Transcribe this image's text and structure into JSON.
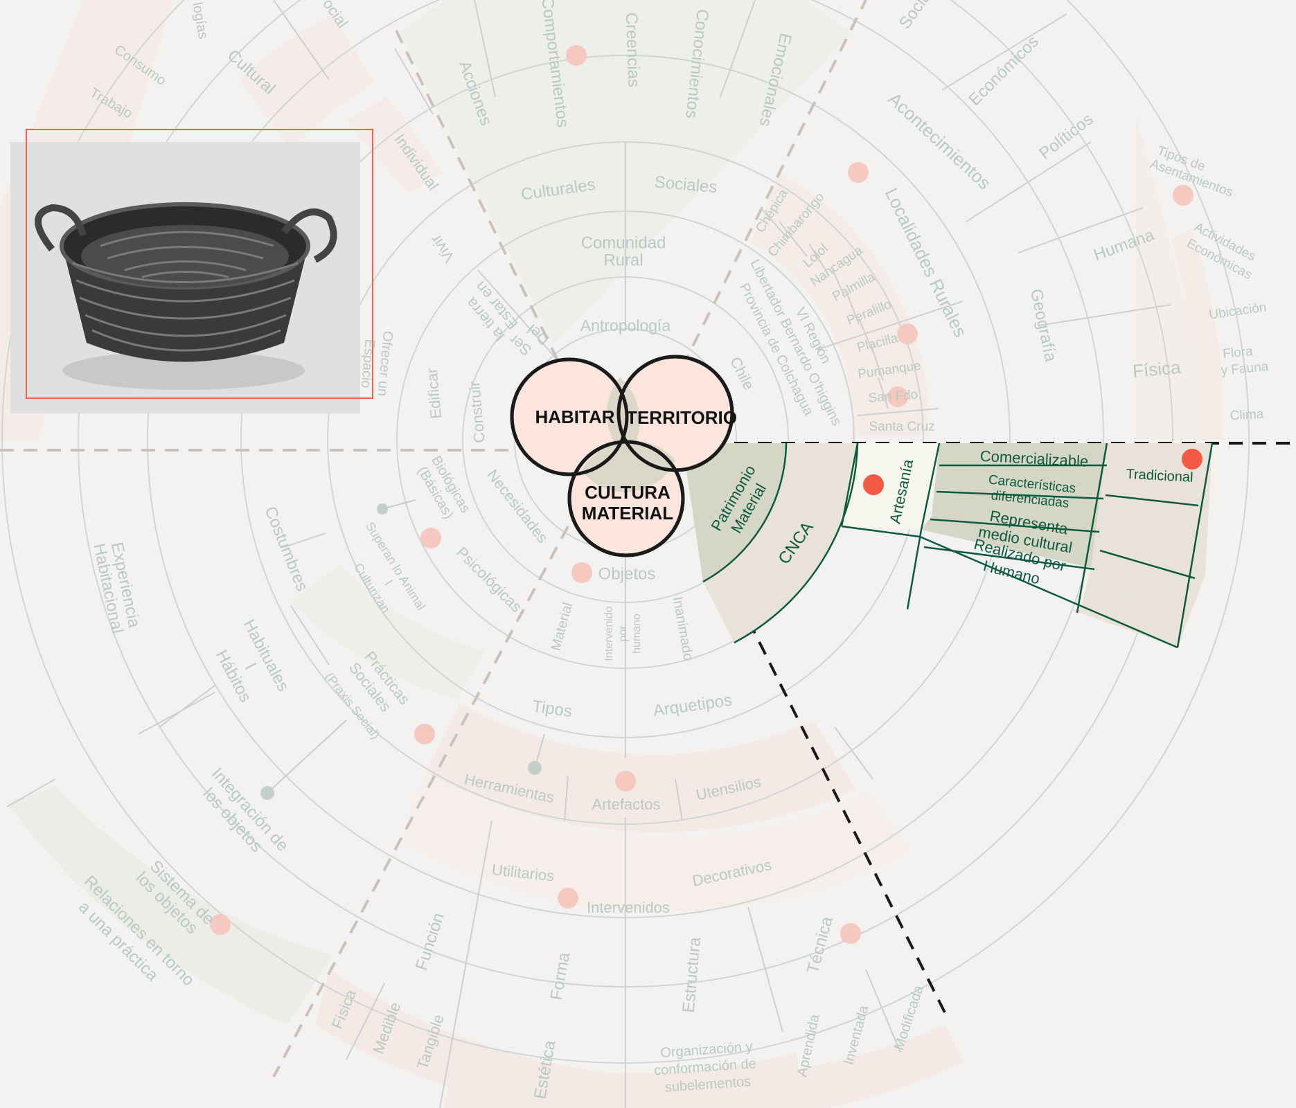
{
  "venn": {
    "habitar": "HABITAR",
    "territorio": "TERRITORIO",
    "cultura_line1": "CULTURA",
    "cultura_line2": "MATERIAL"
  },
  "ring_labels": {
    "antropologia": "Antropología",
    "comunidad_rural_1": "Comunidad",
    "comunidad_rural_2": "Rural",
    "culturales": "Culturales",
    "sociales": "Sociales",
    "acciones": "Acciones",
    "comportamientos": "Comportamientos",
    "creencias": "Creencias",
    "conocimientos": "Conocimientos",
    "emocionales": "Emocionales",
    "chile": "Chile",
    "provincia": "Provincia de Colchagua",
    "libertador": "Libertador Bernardo O'higgins",
    "vi_region": "VI Región",
    "localidades_rurales": "Localidades Rurales",
    "acontecimientos": "Acontecimientos",
    "economicos": "Económicos",
    "politicos": "Políticos",
    "sociales_top": "Socia",
    "humana": "Humana",
    "geografia": "Geografía",
    "fisica": "Física",
    "tipos_asentamientos_1": "Tipos de",
    "tipos_asentamientos_2": "Asentamientos",
    "actividades_1": "Actividades",
    "actividades_2": "Económicas",
    "ubicacion": "Ubicación",
    "flora_1": "Flora",
    "flora_2": "y Fauna",
    "clima": "Clima",
    "objetos": "Objetos",
    "necesidades": "Necesidades",
    "biologicas_1": "Biológicas",
    "biologicas_2": "(Básicas)",
    "psicologicas": "Psicológicas",
    "material": "Material",
    "intervenido_1": "Intervenido",
    "intervenido_2": "por",
    "intervenido_3": "humano",
    "inanimado": "Inanimado",
    "tipos": "Tipos",
    "arquetipos": "Arquetipos",
    "herramientas": "Herramientas",
    "artefactos": "Artefactos",
    "utensilios": "Utensilios",
    "utilitarios": "Utilitarios",
    "decorativos": "Decorativos",
    "intervenidos": "Intervenidos",
    "funcion": "Función",
    "forma": "Forma",
    "estructura": "Estructura",
    "tecnica": "Técnica",
    "fisica_b": "Física",
    "medible": "Medible",
    "tangible": "Tangible",
    "estetica": "Estética",
    "organizacion_1": "Organización y",
    "organizacion_2": "conformación de",
    "organizacion_3": "subelementos",
    "aprendida": "Aprendida",
    "inventada": "Inventada",
    "modificada": "Modificada",
    "del_ser_1": "Del",
    "del_ser_2": "Ser",
    "estar_1": "Estar en",
    "estar_2": "la tierra",
    "vivir": "Vivir",
    "edificar": "Edificar",
    "construir": "Construir",
    "individual": "Individual",
    "cultural": "Cultural",
    "consumo": "Consumo",
    "trabajo": "Trabajo",
    "logias": "logías",
    "ocial": "ocial",
    "ofrecer": "Ofrecer un",
    "espacio": "Espacio",
    "costumbres": "Costumbres",
    "superan_1": "Superan lo Animal",
    "superan_2": "l",
    "superan_3": "Culturizan",
    "habituales_1": "Habituales",
    "habituales_2": "l",
    "habitos": "Hábitos",
    "practicas_1": "Prácticas",
    "practicas_2": "Sociales",
    "practicas_3": "(Praxis Social)",
    "experiencia_1": "Experiencia",
    "experiencia_2": "Habitacional",
    "integracion_1": "Integración de",
    "integracion_2": "los objetos",
    "sistema_1": "Sistema de",
    "sistema_2": "los objetos",
    "relaciones_1": "Relaciones en torno",
    "relaciones_2": "a una práctica"
  },
  "localities": [
    "Chépica",
    "Chimbarongo",
    "Lolol",
    "Nancagua",
    "Palmilla",
    "Peralillo",
    "Placilla",
    "Pumanque",
    "San Fdo.",
    "Santa Cruz"
  ],
  "highlight": {
    "patrimonio_1": "Patrimonio",
    "patrimonio_2": "Material",
    "cnca": "CNCA",
    "artesania": "Artesanía",
    "comercializable": "Comercializable",
    "caracteristicas_1": "Características",
    "caracteristicas_2": "diferenciadas",
    "representa_1": "Representa",
    "representa_2": "medio cultural",
    "realizado_1": "Realizado por",
    "realizado_2": "Humano",
    "tradicional": "Tradicional"
  },
  "colors": {
    "background": "#f3f2f1",
    "highlight_green": "#0d5a3e",
    "accent_red": "#f25a45",
    "pink_dot": "#f6c9c0",
    "venn_fill": "#fbe5dc"
  }
}
